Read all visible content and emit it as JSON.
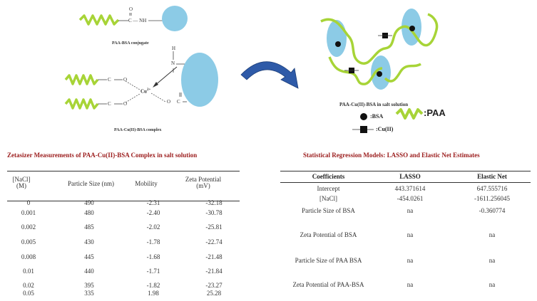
{
  "figure": {
    "conjugate": {
      "caption": "PAA-BSA conjugate",
      "o_label": "O",
      "amide_label": "C — NH"
    },
    "complex": {
      "caption": "PAA-Cu(II)-BSA complex",
      "h_label": "H",
      "n_label": "N",
      "cu_label": "Cu",
      "cu_charge": "2+",
      "carbon_label": "C",
      "oxygen_label": "O"
    },
    "salt_scene": {
      "caption": "PAA-Cu(II)-BSA in salt solution"
    },
    "legend": {
      "bsa": ":BSA",
      "cu": ":Cu(II)",
      "paa": ":PAA"
    },
    "colors": {
      "polymer": "#a7d437",
      "protein": "#8ccbe6",
      "arrow": "#2e5aa8",
      "title": "#9b1c1c"
    }
  },
  "left_table": {
    "title": "Zetasizer  Measurements of PAA-Cu(II)-BSA Complex in salt solution",
    "headers": [
      "[NaCl]\n(M)",
      "Particle Size (nm)",
      "Mobility",
      "Zeta Potential\n(mV)"
    ],
    "rows": [
      [
        "0",
        "490",
        "-2.31",
        "-32.18"
      ],
      [
        "0.001",
        "480",
        "-2.40",
        "-30.78"
      ],
      [
        "0.002",
        "485",
        "-2.02",
        "-25.81"
      ],
      [
        "0.005",
        "430",
        "-1.78",
        "-22.74"
      ],
      [
        "0.008",
        "445",
        "-1.68",
        "-21.48"
      ],
      [
        "0.01",
        "440",
        "-1.71",
        "-21.84"
      ],
      [
        "0.02",
        "395",
        "-1.82",
        "-23.27"
      ],
      [
        "0.05",
        "335",
        "1.98",
        "25.28"
      ]
    ]
  },
  "right_table": {
    "title": "Statistical Regression Models: LASSO and Elastic Net Estimates",
    "headers": [
      "Coefficients",
      "LASSO",
      "Elastic Net"
    ],
    "rows": [
      [
        "Intercept",
        "443.371614",
        "647.555716"
      ],
      [
        "[NaCl]",
        "-454.0261",
        "-1611.256045"
      ],
      [
        "Particle Size of BSA",
        "na",
        "-0.360774"
      ],
      [
        "Zeta Potential of BSA",
        "na",
        "na"
      ],
      [
        "Particle Size of PAA BSA",
        "na",
        "na"
      ],
      [
        "Zeta Potential of PAA-BSA",
        "na",
        "na"
      ]
    ]
  }
}
